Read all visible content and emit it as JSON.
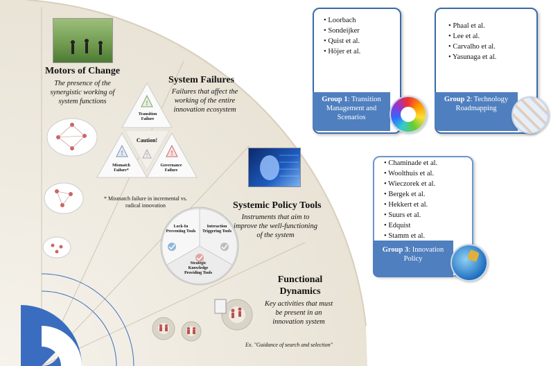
{
  "colors": {
    "fan_fill": "#efebe2",
    "fan_lines": "#c9bfa8",
    "accent_blue": "#3b6aa8",
    "group_box": "#4f7fbf",
    "warning_green": "#7aa26a",
    "warning_red": "#d06a6a"
  },
  "motors": {
    "title": "Motors of Change",
    "desc": "The presence of the synergistic working of system functions"
  },
  "failures": {
    "title": "System Failures",
    "desc": "Failures that affect the working of the entire innovation ecosystem",
    "transition": "Transition Failure",
    "caution": "Caution!",
    "mismatch": "Mismatch Failure*",
    "governance": "Governance Failure",
    "footnote": "* Mismatch failure in incremental vs. radical innovation"
  },
  "policy": {
    "title": "Systemic Policy Tools",
    "desc": "Instruments that aim to improve the well-functioning of the system",
    "lockin": "Lock-In Preventing Tools",
    "interaction": "Interaction Triggering Tools",
    "strategic": "Strategic Knowledge Providing Tools"
  },
  "functional": {
    "title": "Functional Dynamics",
    "desc": "Key activities that must be present in an innovation system",
    "example": "Ex. \"Guidance of search and selection\""
  },
  "group1": {
    "authors": [
      "Loorbach",
      "Sondeijker",
      "Quist et al.",
      "Höjer et al."
    ],
    "label_bold": "Group 1",
    "label_rest": ": Transition Management and Scenarios"
  },
  "group2": {
    "authors": [
      "Phaal et al.",
      "Lee et al.",
      "Carvalho et al.",
      "Yasunaga et al."
    ],
    "label_bold": "Group 2",
    "label_rest": ": Technology Roadmapping"
  },
  "group3": {
    "authors": [
      "Chaminade et al.",
      "Woolthuis et al.",
      "Wieczorek et al.",
      "Bergek et al.",
      "Hekkert et al.",
      "Suurs et al.",
      "Edquist",
      "Stamm et al."
    ],
    "label_bold": "Group 3",
    "label_rest": ": Innovation Policy"
  }
}
